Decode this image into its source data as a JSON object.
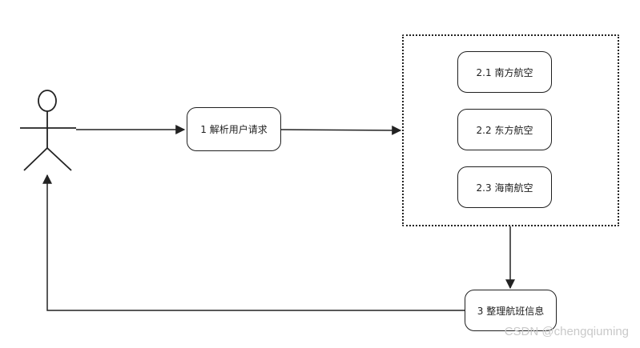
{
  "nodes": {
    "parse": "1 解析用户请求",
    "southern": "2.1 南方航空",
    "eastern": "2.2 东方航空",
    "hainan": "2.3 海南航空",
    "organize": "3 整理航班信息"
  },
  "watermark": "CSDN @chengqiuming"
}
